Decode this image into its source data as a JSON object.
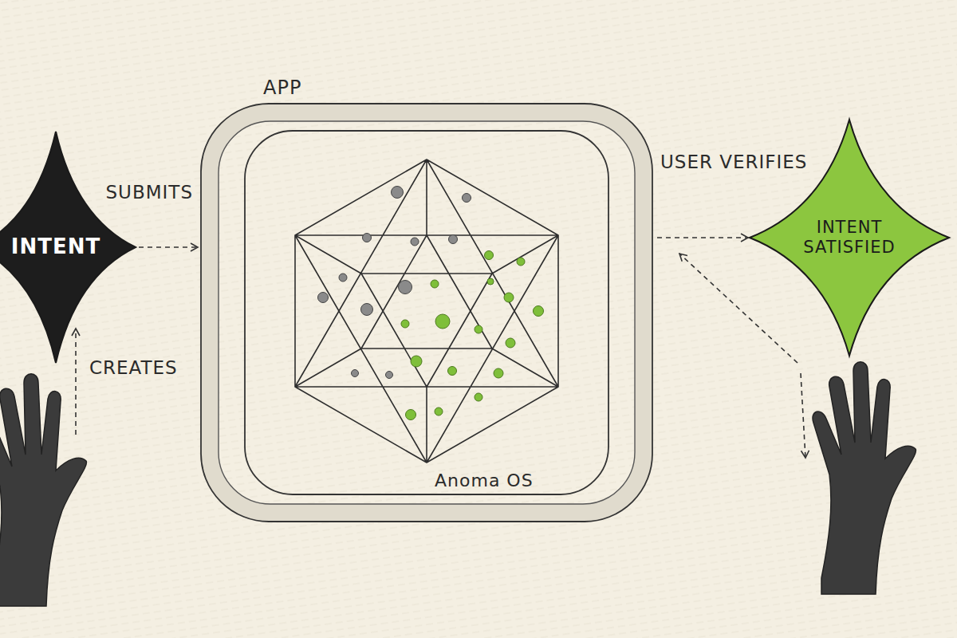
{
  "diagram": {
    "nodes": [
      {
        "text": [
          "INTENT"
        ]
      },
      {
        "text": [
          "APP"
        ]
      },
      {
        "text": [
          "Anoma OS"
        ],
        "in": 1
      },
      {
        "text": [
          "INTENT SATISFIED"
        ]
      }
    ],
    "edges": [
      {
        "from": 0,
        "to": 1,
        "arrow": "to",
        "label": "SUBMITS"
      },
      {
        "from": 1,
        "to": 3,
        "arrow": "to",
        "label": "USER VERIFIES"
      }
    ],
    "labels": [
      "CREATES"
    ]
  }
}
